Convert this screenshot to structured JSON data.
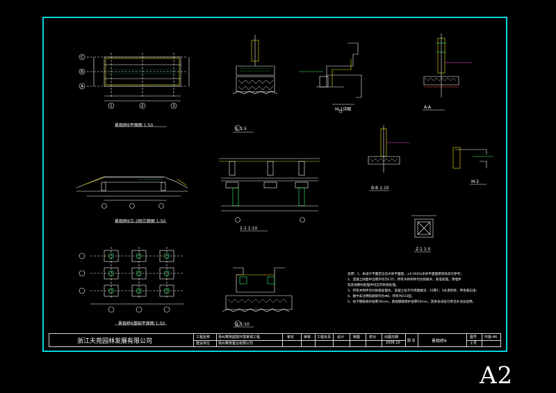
{
  "colors": {
    "background": "#000000",
    "frame": "#00d8e0",
    "lines": "#ffffff",
    "accent_yellow": "#f2e600",
    "accent_green": "#39ff6a",
    "accent_red": "#ff4040",
    "accent_magenta": "#ff4dff"
  },
  "drawings": {
    "plan": "景观桥6平面图",
    "plan_scale": "1:50",
    "elevation": "景观桥6立-2侧立面图",
    "elevation_scale": "1:50",
    "foundation": "景观桥6基础平面图",
    "foundation_scale": "1:50",
    "detail_1": "①",
    "detail_1_scale": "1:5",
    "section_11": "1-1",
    "section_11_scale": "1:10",
    "detail_3": "③",
    "detail_3_scale": "1:10",
    "detail_m1": "M-1详图",
    "section_aa": "A-A",
    "section_bb": "B-B",
    "section_bb_scale": "1:10",
    "detail_m2": "M-2",
    "detail_z1": "Z-1",
    "detail_z1_scale": "1:5"
  },
  "axes": {
    "rows": [
      "C",
      "B",
      "A"
    ],
    "cols": [
      "1",
      "2",
      "3"
    ]
  },
  "notes": [
    "说明：1、本设计平面定位见水体平面图，±0.000以水体平面图建筑标高为参考；",
    "2、混凝土除图中注明外均为C25，所有木构构件均为防腐木，防虫处理。预埋件",
    "及其他钢材处理件均应作防锈处理。",
    "3、所有木构件均为防腐处理木，混凝土柱子外饰面做法：10厚1：3水泥砂浆，青色真石漆；",
    "4、图中未注明除趟梁均为Φ8，焊条为E43型。",
    "5、柱子钢筋保护层厚30mm，基础钢筋保护层厚50mm，其余未详处可参见水池总说明。"
  ],
  "title_block": {
    "company": "浙江天苑园林发展有限公司",
    "project_label": "工程名称",
    "project_value": "扬州寓苑庭院环境景观工程",
    "client_label": "建设单位",
    "client_value": "扬州寓苑置业有限公司",
    "approve": "审定",
    "check": "审核",
    "lead": "工程负责",
    "design": "设计",
    "draw": "制图",
    "verify": "校对",
    "date_label": "出图日期",
    "date_value": "2006.10",
    "drawing_name_label": "图 名",
    "drawing_name": "景观桥6",
    "drawing_no_label": "图号",
    "drawing_no": "环施-46",
    "project_no_label": "工号",
    "project_no": ""
  },
  "sheet_size": "A2"
}
